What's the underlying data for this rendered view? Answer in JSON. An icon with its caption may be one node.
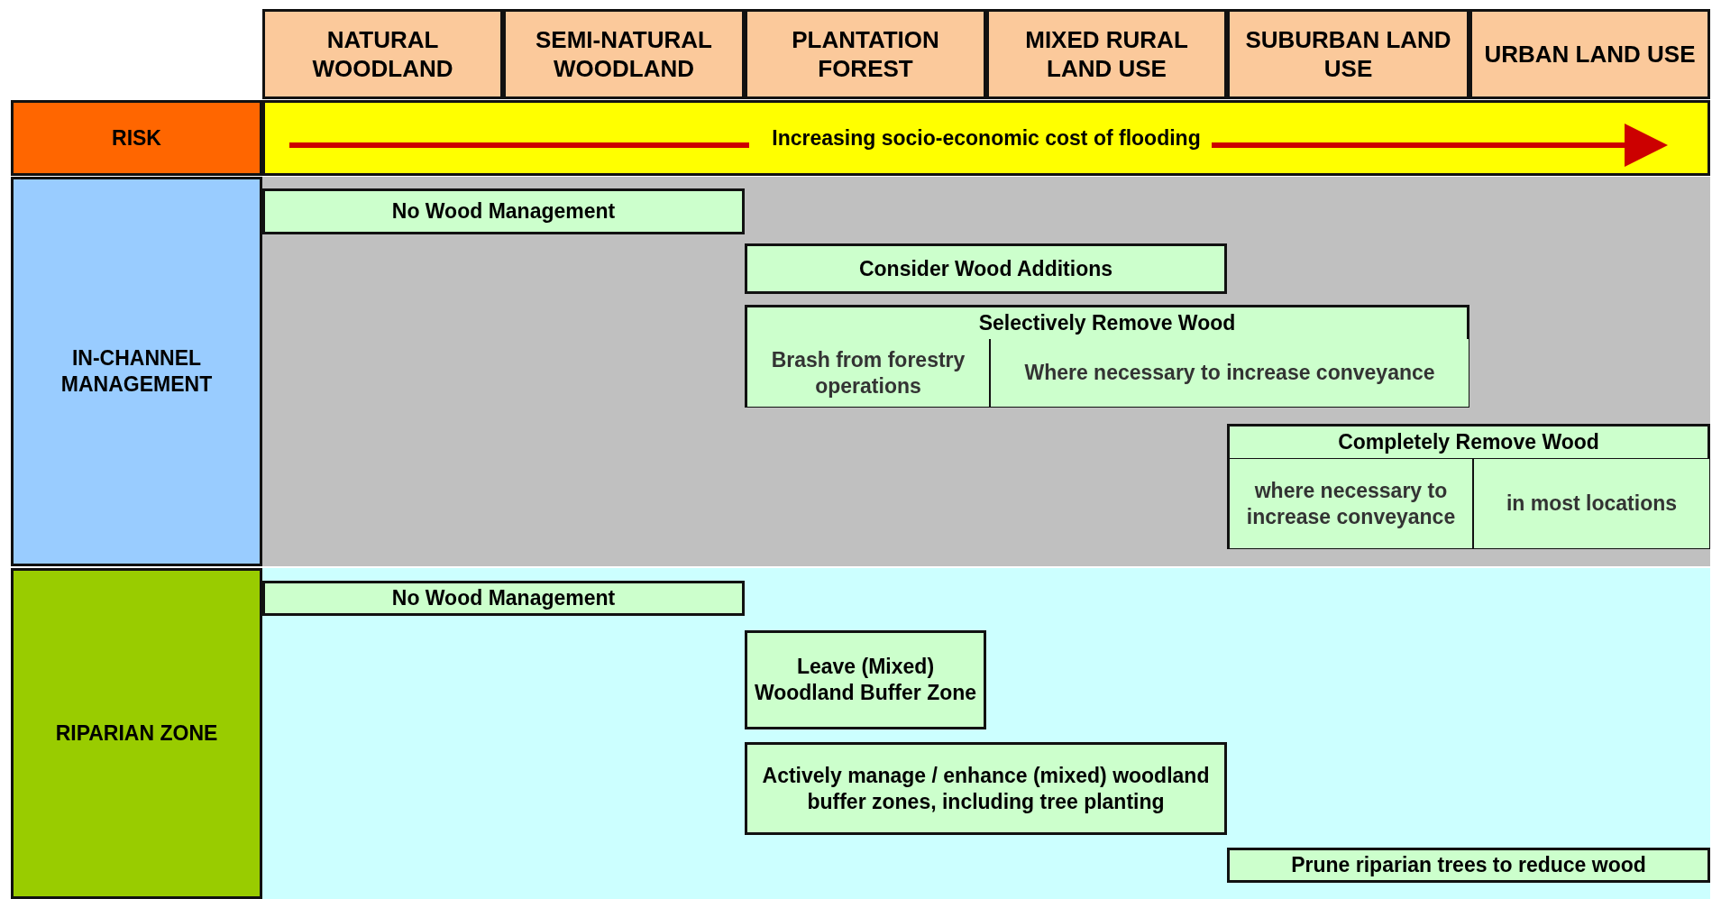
{
  "diagram": {
    "nodes": [
      {
        "text": [
          "NATURAL WOODLAND"
        ]
      },
      {
        "text": [
          "SEMI-NATURAL WOODLAND"
        ]
      },
      {
        "text": [
          "PLANTATION FOREST"
        ]
      },
      {
        "text": [
          "MIXED RURAL LAND USE"
        ]
      },
      {
        "text": [
          "SUBURBAN LAND USE"
        ]
      },
      {
        "text": [
          "URBAN LAND USE"
        ]
      },
      {
        "text": [
          "RISK"
        ]
      },
      {
        "text": [
          "Increasing socio-economic cost of flooding"
        ]
      },
      {
        "text": [
          "IN-CHANNEL MANAGEMENT"
        ]
      },
      {
        "text": [
          "No Wood Management"
        ]
      },
      {
        "text": [
          "Consider Wood Additions"
        ]
      },
      {
        "text": [
          "Selectively Remove Wood"
        ]
      },
      {
        "text": [
          "Brash from forestry operations"
        ],
        "in": 11
      },
      {
        "text": [
          "Where necessary to increase conveyance"
        ],
        "in": 11
      },
      {
        "text": [
          "Completely Remove Wood"
        ]
      },
      {
        "text": [
          "where necessary to increase conveyance"
        ],
        "in": 14
      },
      {
        "text": [
          "in most locations"
        ],
        "in": 14
      },
      {
        "text": [
          "RIPARIAN ZONE"
        ]
      },
      {
        "text": [
          "No Wood Management"
        ]
      },
      {
        "text": [
          "Leave (Mixed) Woodland Buffer Zone"
        ]
      },
      {
        "text": [
          "Actively manage / enhance (mixed) woodland buffer zones, including tree planting"
        ]
      },
      {
        "text": [
          "Prune riparian trees to reduce wood"
        ]
      }
    ]
  }
}
